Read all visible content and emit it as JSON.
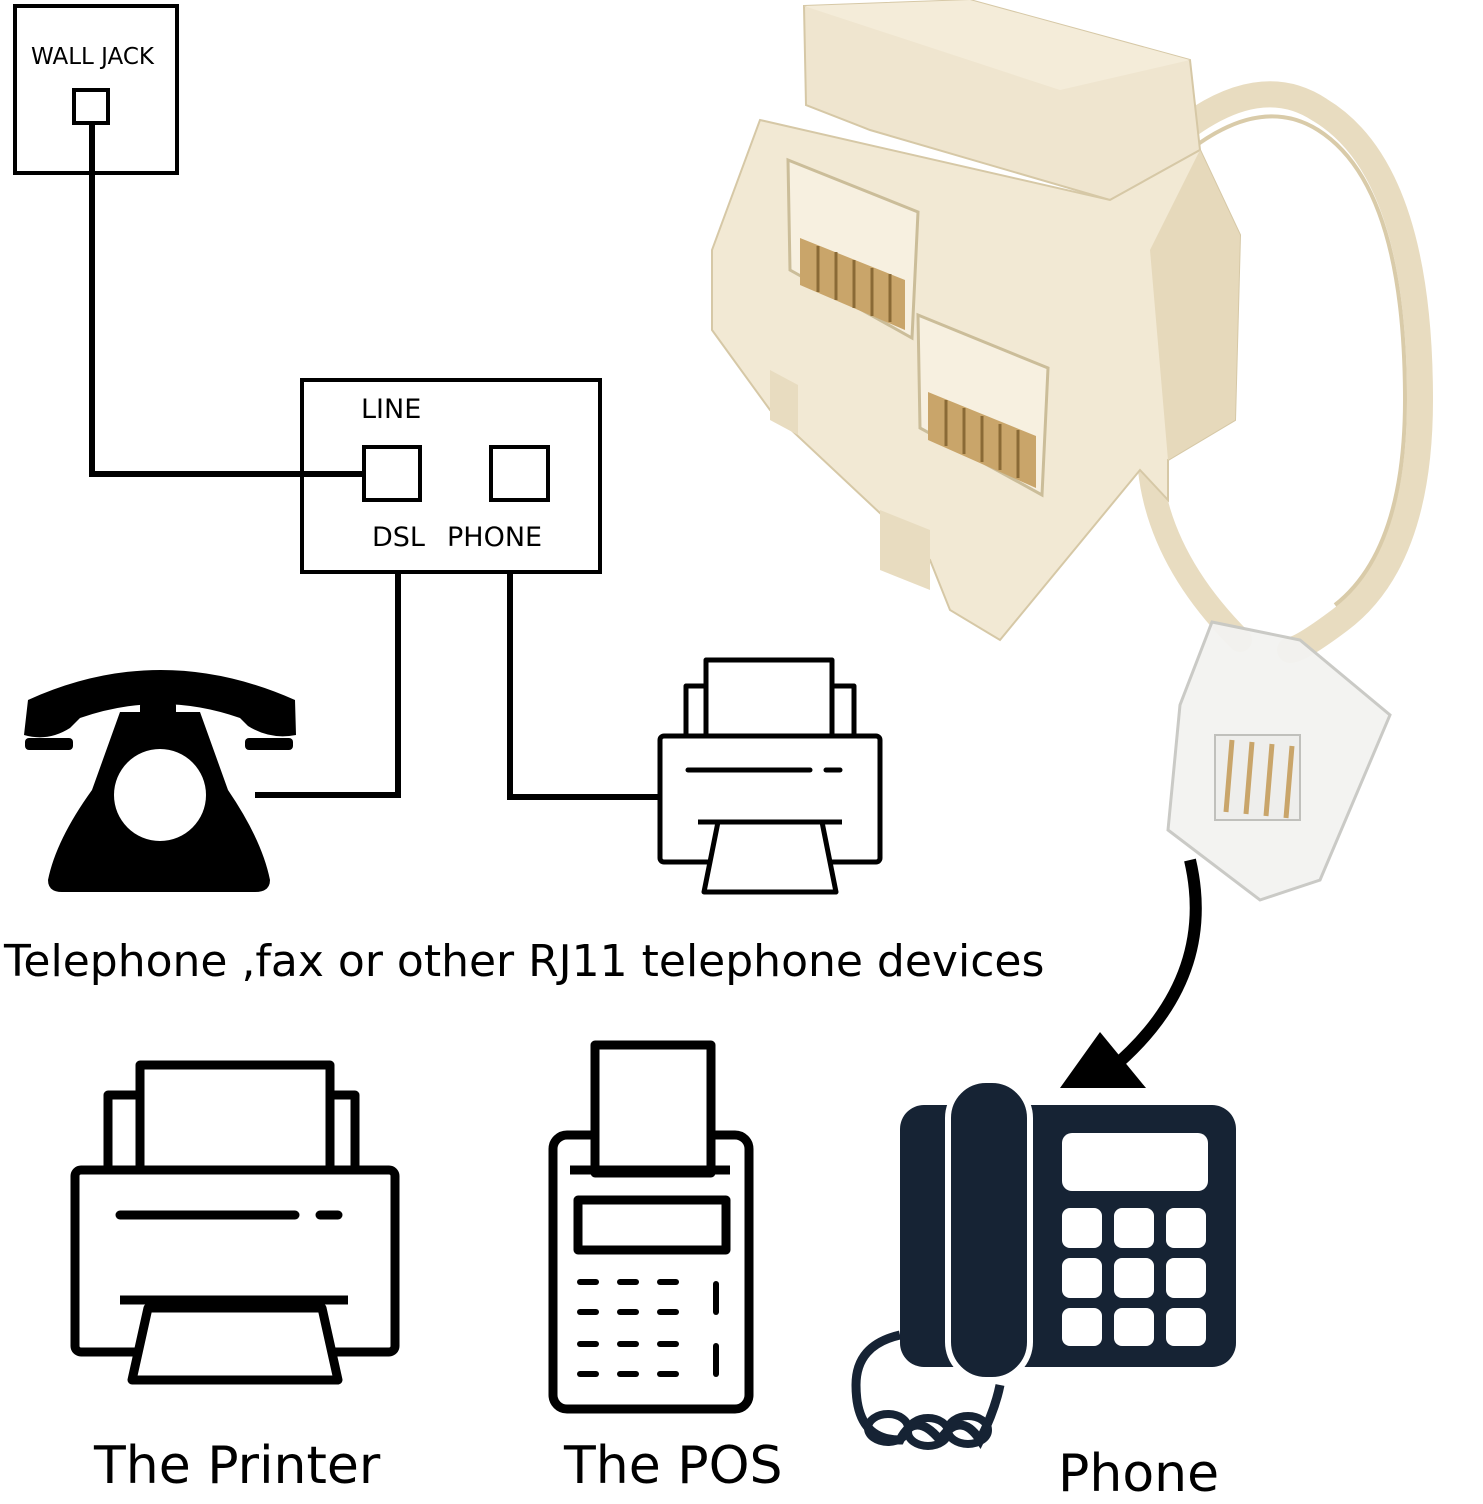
{
  "diagram": {
    "wall_jack_label": "WALL JACK",
    "splitter_box": {
      "line_label": "LINE",
      "dsl_label": "DSL",
      "phone_label": "PHONE"
    },
    "caption": "Telephone ,fax or other RJ11 telephone devices",
    "devices": [
      {
        "label": "The Printer",
        "icon": "printer-icon"
      },
      {
        "label": "The POS",
        "icon": "pos-terminal-icon"
      },
      {
        "label": "Phone",
        "icon": "desk-phone-icon"
      }
    ],
    "upper_devices": [
      {
        "icon": "rotary-telephone-icon"
      },
      {
        "icon": "fax-printer-icon"
      }
    ],
    "product": {
      "icon": "rj11-splitter-adapter-icon",
      "color": "#efe5cf"
    },
    "colors": {
      "line": "#000000",
      "phone_icon": "#162334",
      "adapter": "#efe5cf",
      "adapter_shadow": "#ddd1b4",
      "contacts": "#c9a56a"
    }
  }
}
